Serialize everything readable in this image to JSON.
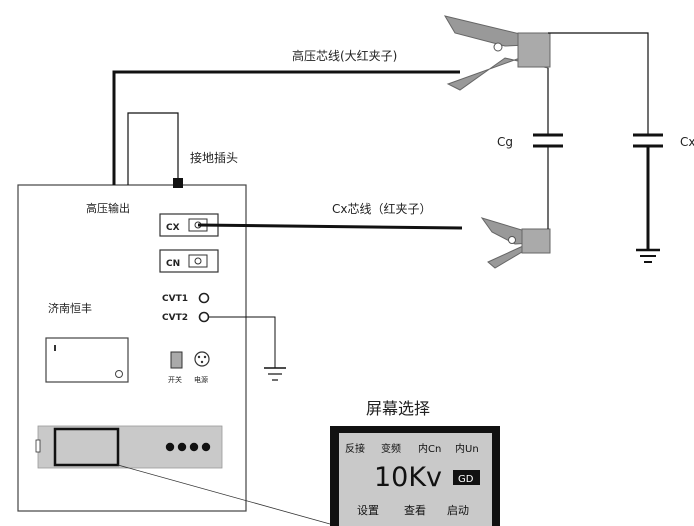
{
  "labels": {
    "hv_core_wire": "高压芯线(大红夹子)",
    "ground_jack": "接地插头",
    "hv_output": "高压输出",
    "cx_core_wire": "Cx芯线（红夹子）",
    "cg": "Cg",
    "cx": "Cx",
    "cx_port": "CX",
    "cn_port": "CN",
    "cvt1": "CVT1",
    "cvt2": "CVT2",
    "brand": "济南恒丰",
    "switch": "开关",
    "power": "电源"
  },
  "screen": {
    "title": "屏幕选择",
    "top_row": [
      "反接",
      "变频",
      "内Cn",
      "内Un"
    ],
    "voltage": "10Kv",
    "badge": "GD",
    "bottom_row": [
      "设置",
      "查看",
      "启动"
    ]
  }
}
